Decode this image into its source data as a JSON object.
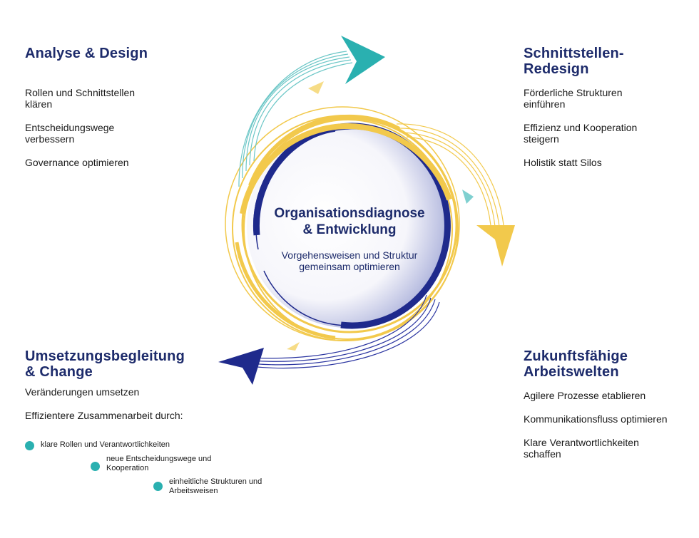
{
  "center": {
    "title_line1": "Organisationsdiagnose",
    "title_line2": "& Entwicklung",
    "subtitle_line1": "Vorgehensweisen und Struktur",
    "subtitle_line2": "gemeinsam optimieren"
  },
  "top_left": {
    "heading": "Analyse & Design",
    "items": [
      "Rollen und Schnittstellen klären",
      "Entscheidungswege verbessern",
      "Governance optimieren"
    ]
  },
  "top_right": {
    "heading_line1": "Schnittstellen-",
    "heading_line2": "Redesign",
    "items": [
      "Förderliche Strukturen einführen",
      "Effizienz und Kooperation steigern",
      "Holistik statt Silos"
    ]
  },
  "bottom_left": {
    "heading_line1": "Umsetzungsbegleitung",
    "heading_line2": "& Change",
    "items": [
      "Veränderungen umsetzen",
      "Effizientere Zusammenarbeit durch:"
    ],
    "bullets": [
      "klare Rollen und Verantwortlichkeiten",
      "neue Entscheidungswege und Kooperation",
      "einheitliche Strukturen und Arbeitsweisen"
    ]
  },
  "bottom_right": {
    "heading_line1": "Zukunftsfähige",
    "heading_line2": "Arbeitswelten",
    "items": [
      "Agilere Prozesse etablieren",
      "Kommunikationsfluss optimieren",
      "Klare Verantwortlichkeiten schaffen"
    ]
  },
  "colors": {
    "navy": "#1d2b6b",
    "royal_blue": "#1f2a8c",
    "gold": "#f2c94c",
    "teal": "#2ab0b0"
  },
  "icons": [
    "teal-arrowhead-icon",
    "gold-arrowhead-icon",
    "navy-arrowhead-icon",
    "circular-cycle-graphic"
  ]
}
